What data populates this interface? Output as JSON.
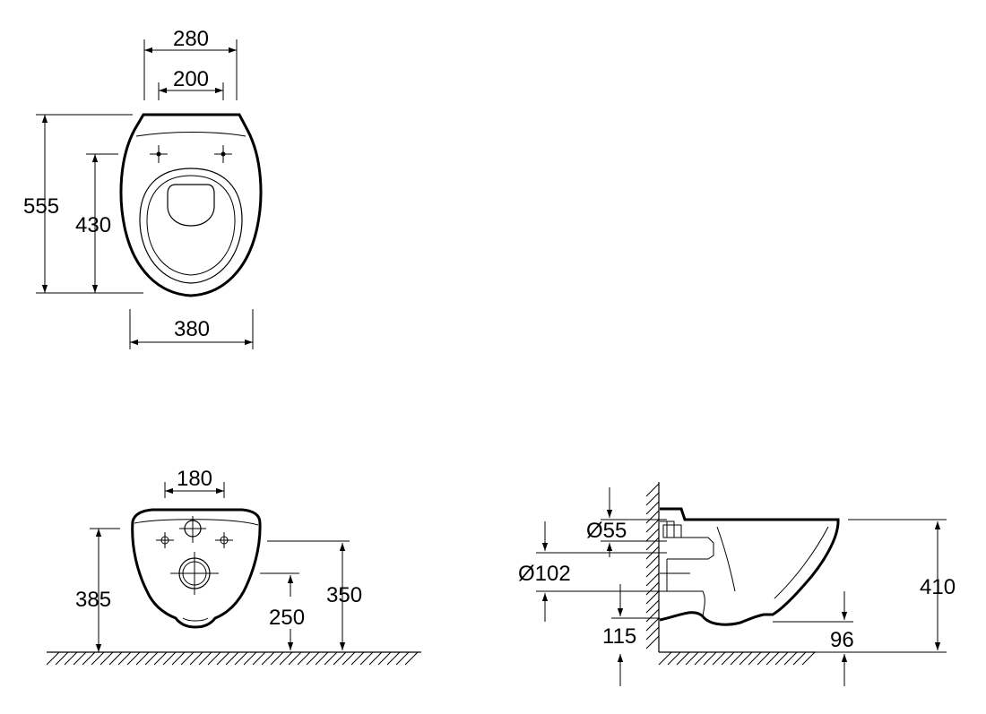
{
  "top_view": {
    "dim_280": "280",
    "dim_200": "200",
    "dim_555": "555",
    "dim_430": "430",
    "dim_380": "380"
  },
  "front_view": {
    "dim_180": "180",
    "dim_385": "385",
    "dim_250": "250",
    "dim_350": "350"
  },
  "side_view": {
    "dim_d55": "Ø55",
    "dim_d102": "Ø102",
    "dim_115": "115",
    "dim_410": "410",
    "dim_96": "96"
  }
}
